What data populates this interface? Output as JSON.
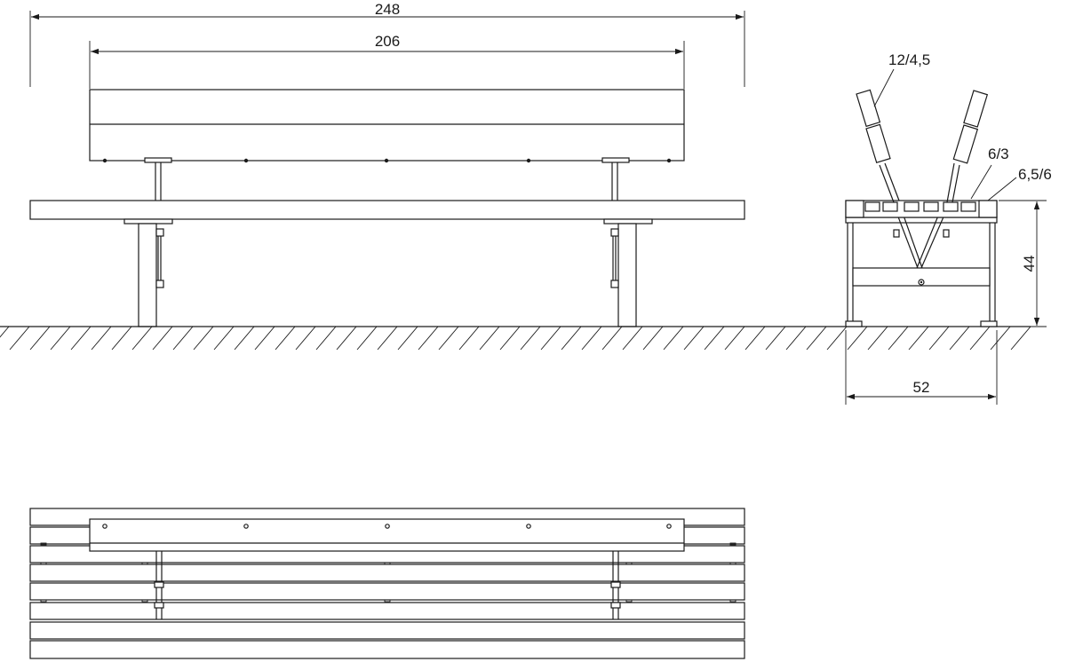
{
  "front_view": {
    "overall_length_label": "248",
    "backrest_length_label": "206"
  },
  "side_view": {
    "backrest_section_label": "12/4,5",
    "support_bar_label": "6/3",
    "seat_slat_label": "6,5/6",
    "height_label": "44",
    "depth_label": "52"
  },
  "colors": {
    "line": "#1a1a1a",
    "background": "#ffffff"
  }
}
